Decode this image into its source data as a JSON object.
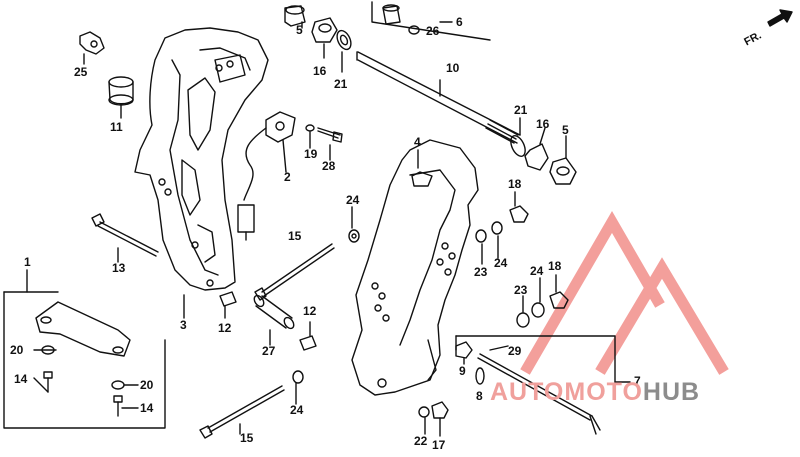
{
  "direction": {
    "label": "FR."
  },
  "watermark": {
    "part1": "AUTOMOTO",
    "part2": "HUB",
    "accent": "#e8413a",
    "gray": "#8c8c8c"
  },
  "callouts": [
    {
      "id": "c1",
      "text": "1"
    },
    {
      "id": "c2",
      "text": "2"
    },
    {
      "id": "c3",
      "text": "3"
    },
    {
      "id": "c4",
      "text": "4"
    },
    {
      "id": "c5a",
      "text": "5"
    },
    {
      "id": "c5b",
      "text": "5"
    },
    {
      "id": "c6",
      "text": "6"
    },
    {
      "id": "c7",
      "text": "7"
    },
    {
      "id": "c8",
      "text": "8"
    },
    {
      "id": "c9",
      "text": "9"
    },
    {
      "id": "c10",
      "text": "10"
    },
    {
      "id": "c11",
      "text": "11"
    },
    {
      "id": "c12a",
      "text": "12"
    },
    {
      "id": "c12b",
      "text": "12"
    },
    {
      "id": "c13",
      "text": "13"
    },
    {
      "id": "c14a",
      "text": "14"
    },
    {
      "id": "c14b",
      "text": "14"
    },
    {
      "id": "c15a",
      "text": "15"
    },
    {
      "id": "c15b",
      "text": "15"
    },
    {
      "id": "c16a",
      "text": "16"
    },
    {
      "id": "c16b",
      "text": "16"
    },
    {
      "id": "c17",
      "text": "17"
    },
    {
      "id": "c18a",
      "text": "18"
    },
    {
      "id": "c18b",
      "text": "18"
    },
    {
      "id": "c19",
      "text": "19"
    },
    {
      "id": "c20a",
      "text": "20"
    },
    {
      "id": "c20b",
      "text": "20"
    },
    {
      "id": "c21a",
      "text": "21"
    },
    {
      "id": "c21b",
      "text": "21"
    },
    {
      "id": "c22",
      "text": "22"
    },
    {
      "id": "c23a",
      "text": "23"
    },
    {
      "id": "c23b",
      "text": "23"
    },
    {
      "id": "c24a",
      "text": "24"
    },
    {
      "id": "c24b",
      "text": "24"
    },
    {
      "id": "c24c",
      "text": "24"
    },
    {
      "id": "c24d",
      "text": "24"
    },
    {
      "id": "c25",
      "text": "25"
    },
    {
      "id": "c26",
      "text": "26"
    },
    {
      "id": "c27",
      "text": "27"
    },
    {
      "id": "c28",
      "text": "28"
    },
    {
      "id": "c29",
      "text": "29"
    }
  ]
}
